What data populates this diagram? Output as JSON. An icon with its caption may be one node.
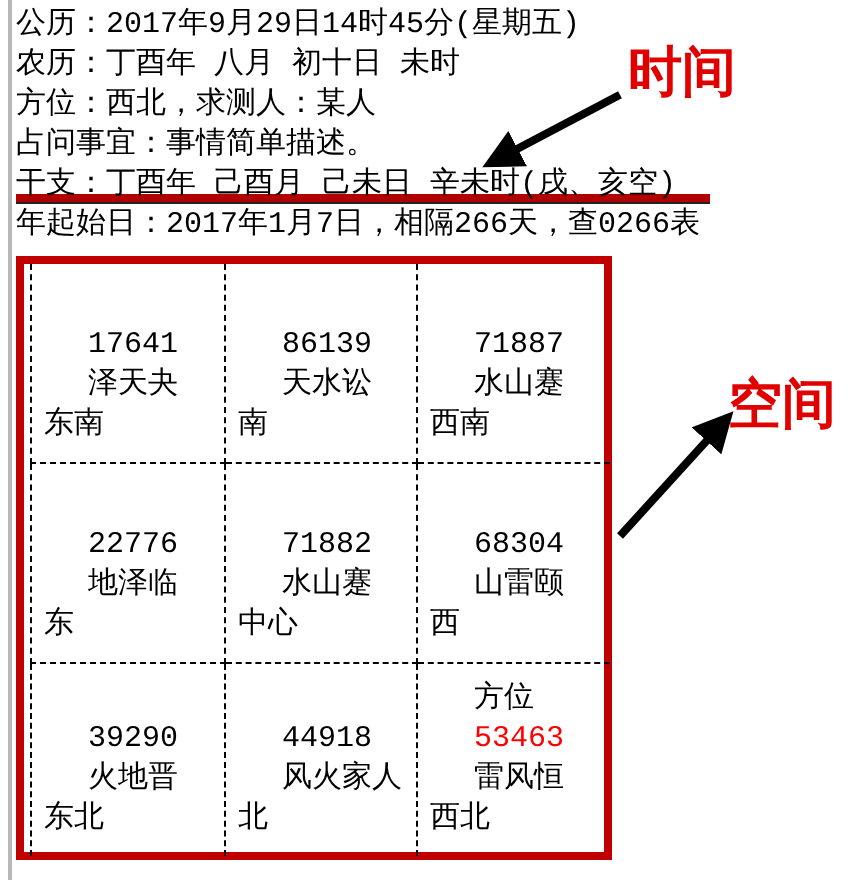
{
  "diagram": {
    "nodes": [
      {
        "text": [
          "干支：丁酉年 己酉月 己未日 辛未时(戌、亥空)"
        ]
      },
      {
        "text": [
          "时间"
        ]
      },
      {
        "text": [
          "空间"
        ]
      },
      {
        "text": [],
        "shape": "box"
      },
      {
        "text": [
          "17641",
          "泽天夬",
          "东南"
        ],
        "in": 3
      },
      {
        "text": [
          "86139",
          "天水讼",
          "南"
        ],
        "in": 3
      },
      {
        "text": [
          "71887",
          "水山蹇",
          "西南"
        ],
        "in": 3
      },
      {
        "text": [
          "22776",
          "地泽临",
          "东"
        ],
        "in": 3
      },
      {
        "text": [
          "71882",
          "水山蹇",
          "中心"
        ],
        "in": 3
      },
      {
        "text": [
          "68304",
          "山雷颐",
          "西"
        ],
        "in": 3
      },
      {
        "text": [
          "39290",
          "火地晋",
          "东北"
        ],
        "in": 3
      },
      {
        "text": [
          "44918",
          "风火家人",
          "北"
        ],
        "in": 3
      },
      {
        "text": [
          "方位",
          "53463",
          "雷风恒",
          "西北"
        ],
        "in": 3
      }
    ],
    "edges": [
      {
        "from": 1,
        "to": 0,
        "arrow": "to"
      },
      {
        "from": 3,
        "to": 2,
        "arrow": "to"
      }
    ],
    "labels": [
      "公历：2017年9月29日14时45分(星期五)",
      "农历：丁酉年 八月 初十日 未时",
      "方位：西北，求测人：某人",
      "占问事宜：事情简单描述。",
      "年起始日：2017年1月7日，相隔266天，查0266表"
    ]
  }
}
